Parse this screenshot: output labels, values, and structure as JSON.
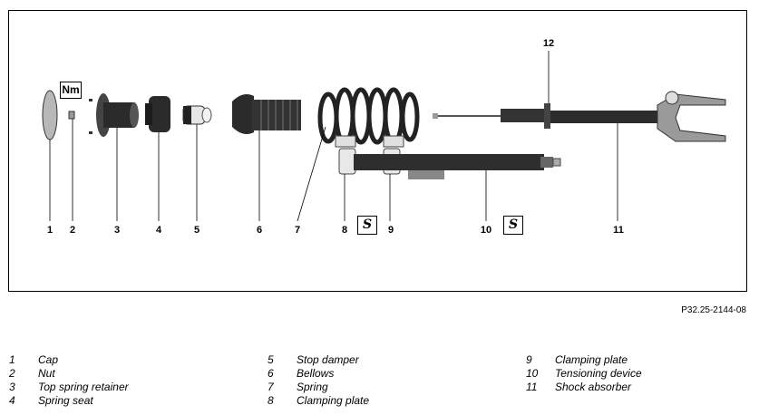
{
  "figure": {
    "code": "P32.25-2144-08",
    "torque_badge": "Nm",
    "tool_badge_symbol": "S"
  },
  "callouts": [
    "1",
    "2",
    "3",
    "4",
    "5",
    "6",
    "7",
    "8",
    "9",
    "10",
    "11",
    "12"
  ],
  "legend": [
    {
      "n": "1",
      "label": "Cap"
    },
    {
      "n": "2",
      "label": "Nut"
    },
    {
      "n": "3",
      "label": "Top spring retainer"
    },
    {
      "n": "4",
      "label": "Spring seat"
    },
    {
      "n": "5",
      "label": "Stop damper"
    },
    {
      "n": "6",
      "label": "Bellows"
    },
    {
      "n": "7",
      "label": "Spring"
    },
    {
      "n": "8",
      "label": "Clamping plate"
    },
    {
      "n": "9",
      "label": "Clamping plate"
    },
    {
      "n": "10",
      "label": "Tensioning device"
    },
    {
      "n": "11",
      "label": "Shock absorber"
    }
  ]
}
